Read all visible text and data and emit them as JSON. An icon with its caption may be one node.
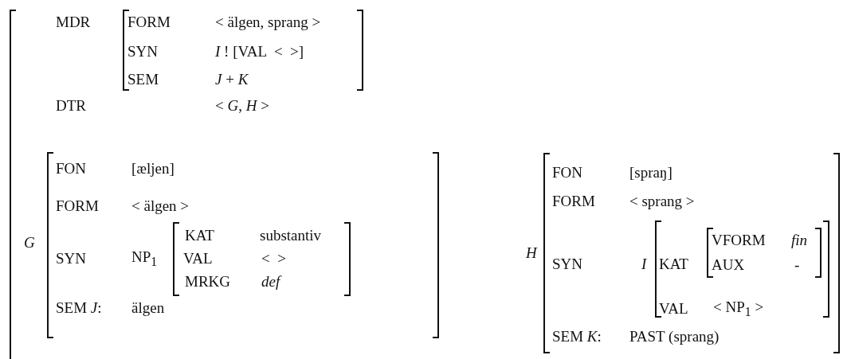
{
  "diagram": {
    "labels": [
      "MDR",
      "FORM",
      "< älgen, sprang >",
      "SYN",
      "*I* ! [VAL  <  >]",
      "SEM",
      "*J* + *K*",
      "DTR",
      "< *G*, *H* >",
      "G",
      "FON",
      "[æljen]",
      "FORM",
      "< älgen >",
      "SYN",
      "NP$_{1}$",
      "KAT",
      "substantiv",
      "VAL",
      "<  >",
      "MRKG",
      "def",
      "SEM *J*:",
      "älgen",
      "H",
      "FON",
      "[spraŋ]",
      "FORM",
      "< sprang >",
      "SYN",
      "I",
      "KAT",
      "VFORM",
      "fin",
      "AUX",
      "-",
      "VAL",
      "< NP$_{1}$ >",
      "SEM *K*:",
      "PAST (sprang)"
    ]
  }
}
